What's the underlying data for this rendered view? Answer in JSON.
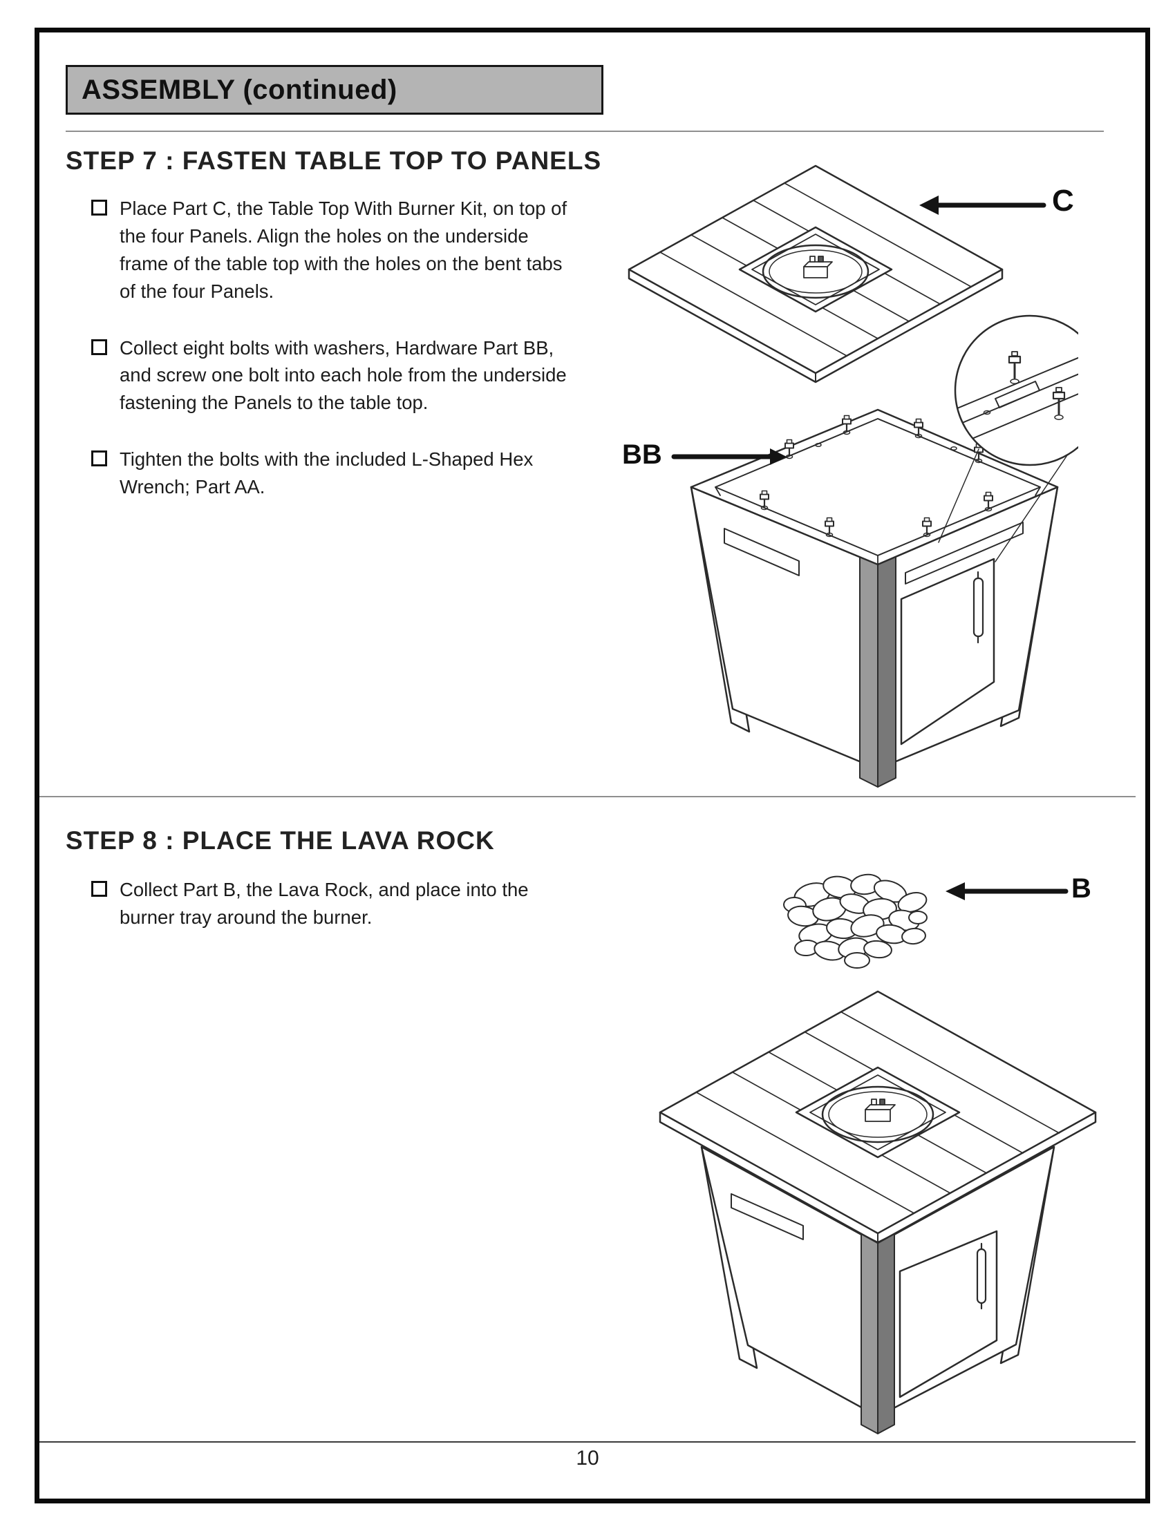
{
  "header": {
    "title": "ASSEMBLY (continued)"
  },
  "step7": {
    "title": "STEP 7 : FASTEN TABLE TOP TO PANELS",
    "bullets": [
      "Place Part C, the Table Top With Burner Kit, on top of the four Panels.  Align the holes on the underside frame of the table top with the holes on the bent tabs of the four Panels.",
      "Collect eight bolts with washers, Hardware Part BB, and screw one bolt into each hole from the underside fastening the Panels to the table top.",
      "Tighten the bolts with the included L-Shaped Hex Wrench; Part AA."
    ],
    "callouts": {
      "table_top": "C",
      "bolts": "BB"
    }
  },
  "step8": {
    "title": "STEP 8 : PLACE THE LAVA ROCK",
    "bullets": [
      "Collect Part B, the Lava Rock, and place into the burner tray around the burner."
    ],
    "callouts": {
      "lava_rock": "B"
    }
  },
  "footer": {
    "page_number": "10"
  }
}
